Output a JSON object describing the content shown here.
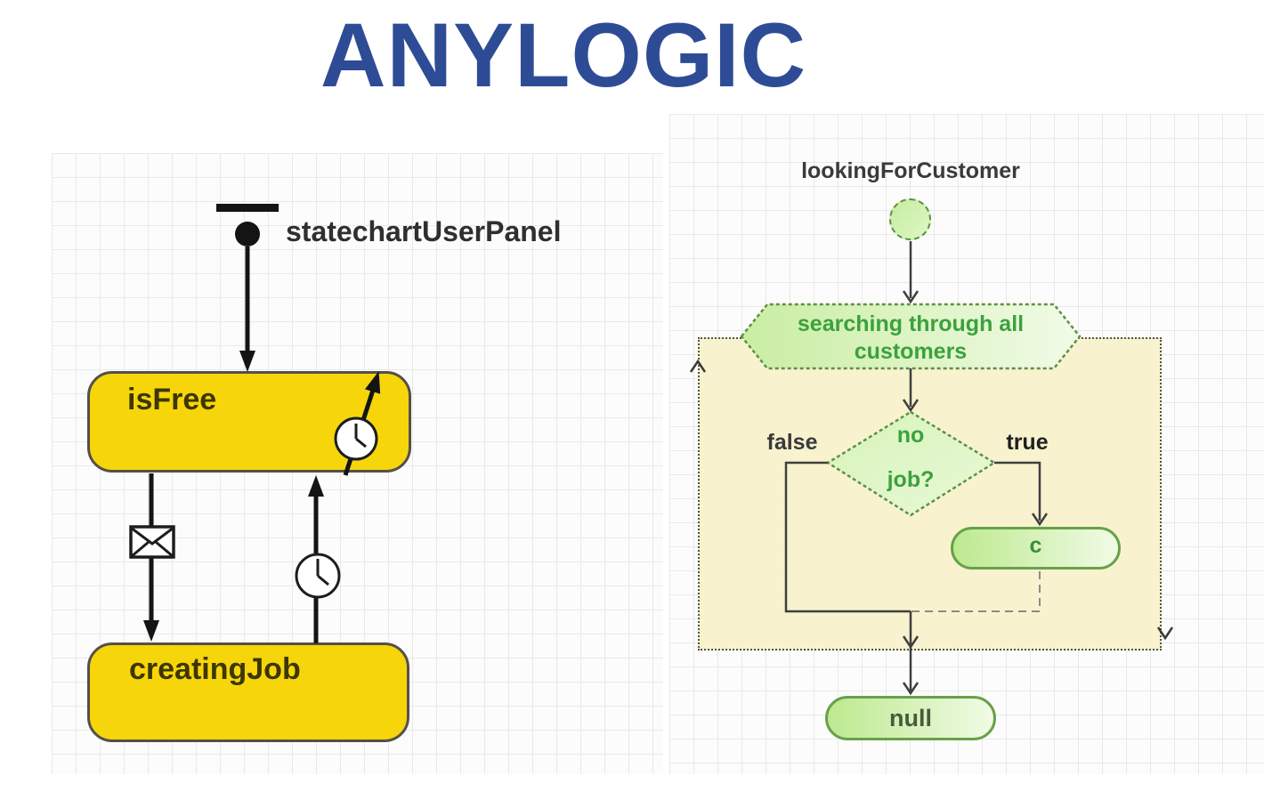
{
  "title": "ANYLOGIC",
  "statechart": {
    "name_label": "statechartUserPanel",
    "states": {
      "top": "isFree",
      "bottom": "creatingJob"
    },
    "transition_triggers": [
      "timeout-clock",
      "message-envelope",
      "timeout-clock"
    ]
  },
  "flowchart": {
    "name_label": "lookingForCustomer",
    "search_block": {
      "line1": "searching through all",
      "line2": "customers"
    },
    "decision": {
      "line1": "no",
      "line2": "job?"
    },
    "branches": {
      "left": "false",
      "right": "true"
    },
    "assign_block": "c",
    "final_block": "null"
  },
  "colors": {
    "title_blue": "#2E4C96",
    "state_yellow": "#F6D60A",
    "state_border": "#54504A",
    "loop_container_fill": "#F7F2CA",
    "node_green_border": "#5E9147",
    "node_green_fill_start": "#BDE98F",
    "node_green_fill_end": "#F0FBE5",
    "green_text": "#3BA23C",
    "flow_line": "#3F3F3F",
    "statechart_line": "#141414"
  }
}
